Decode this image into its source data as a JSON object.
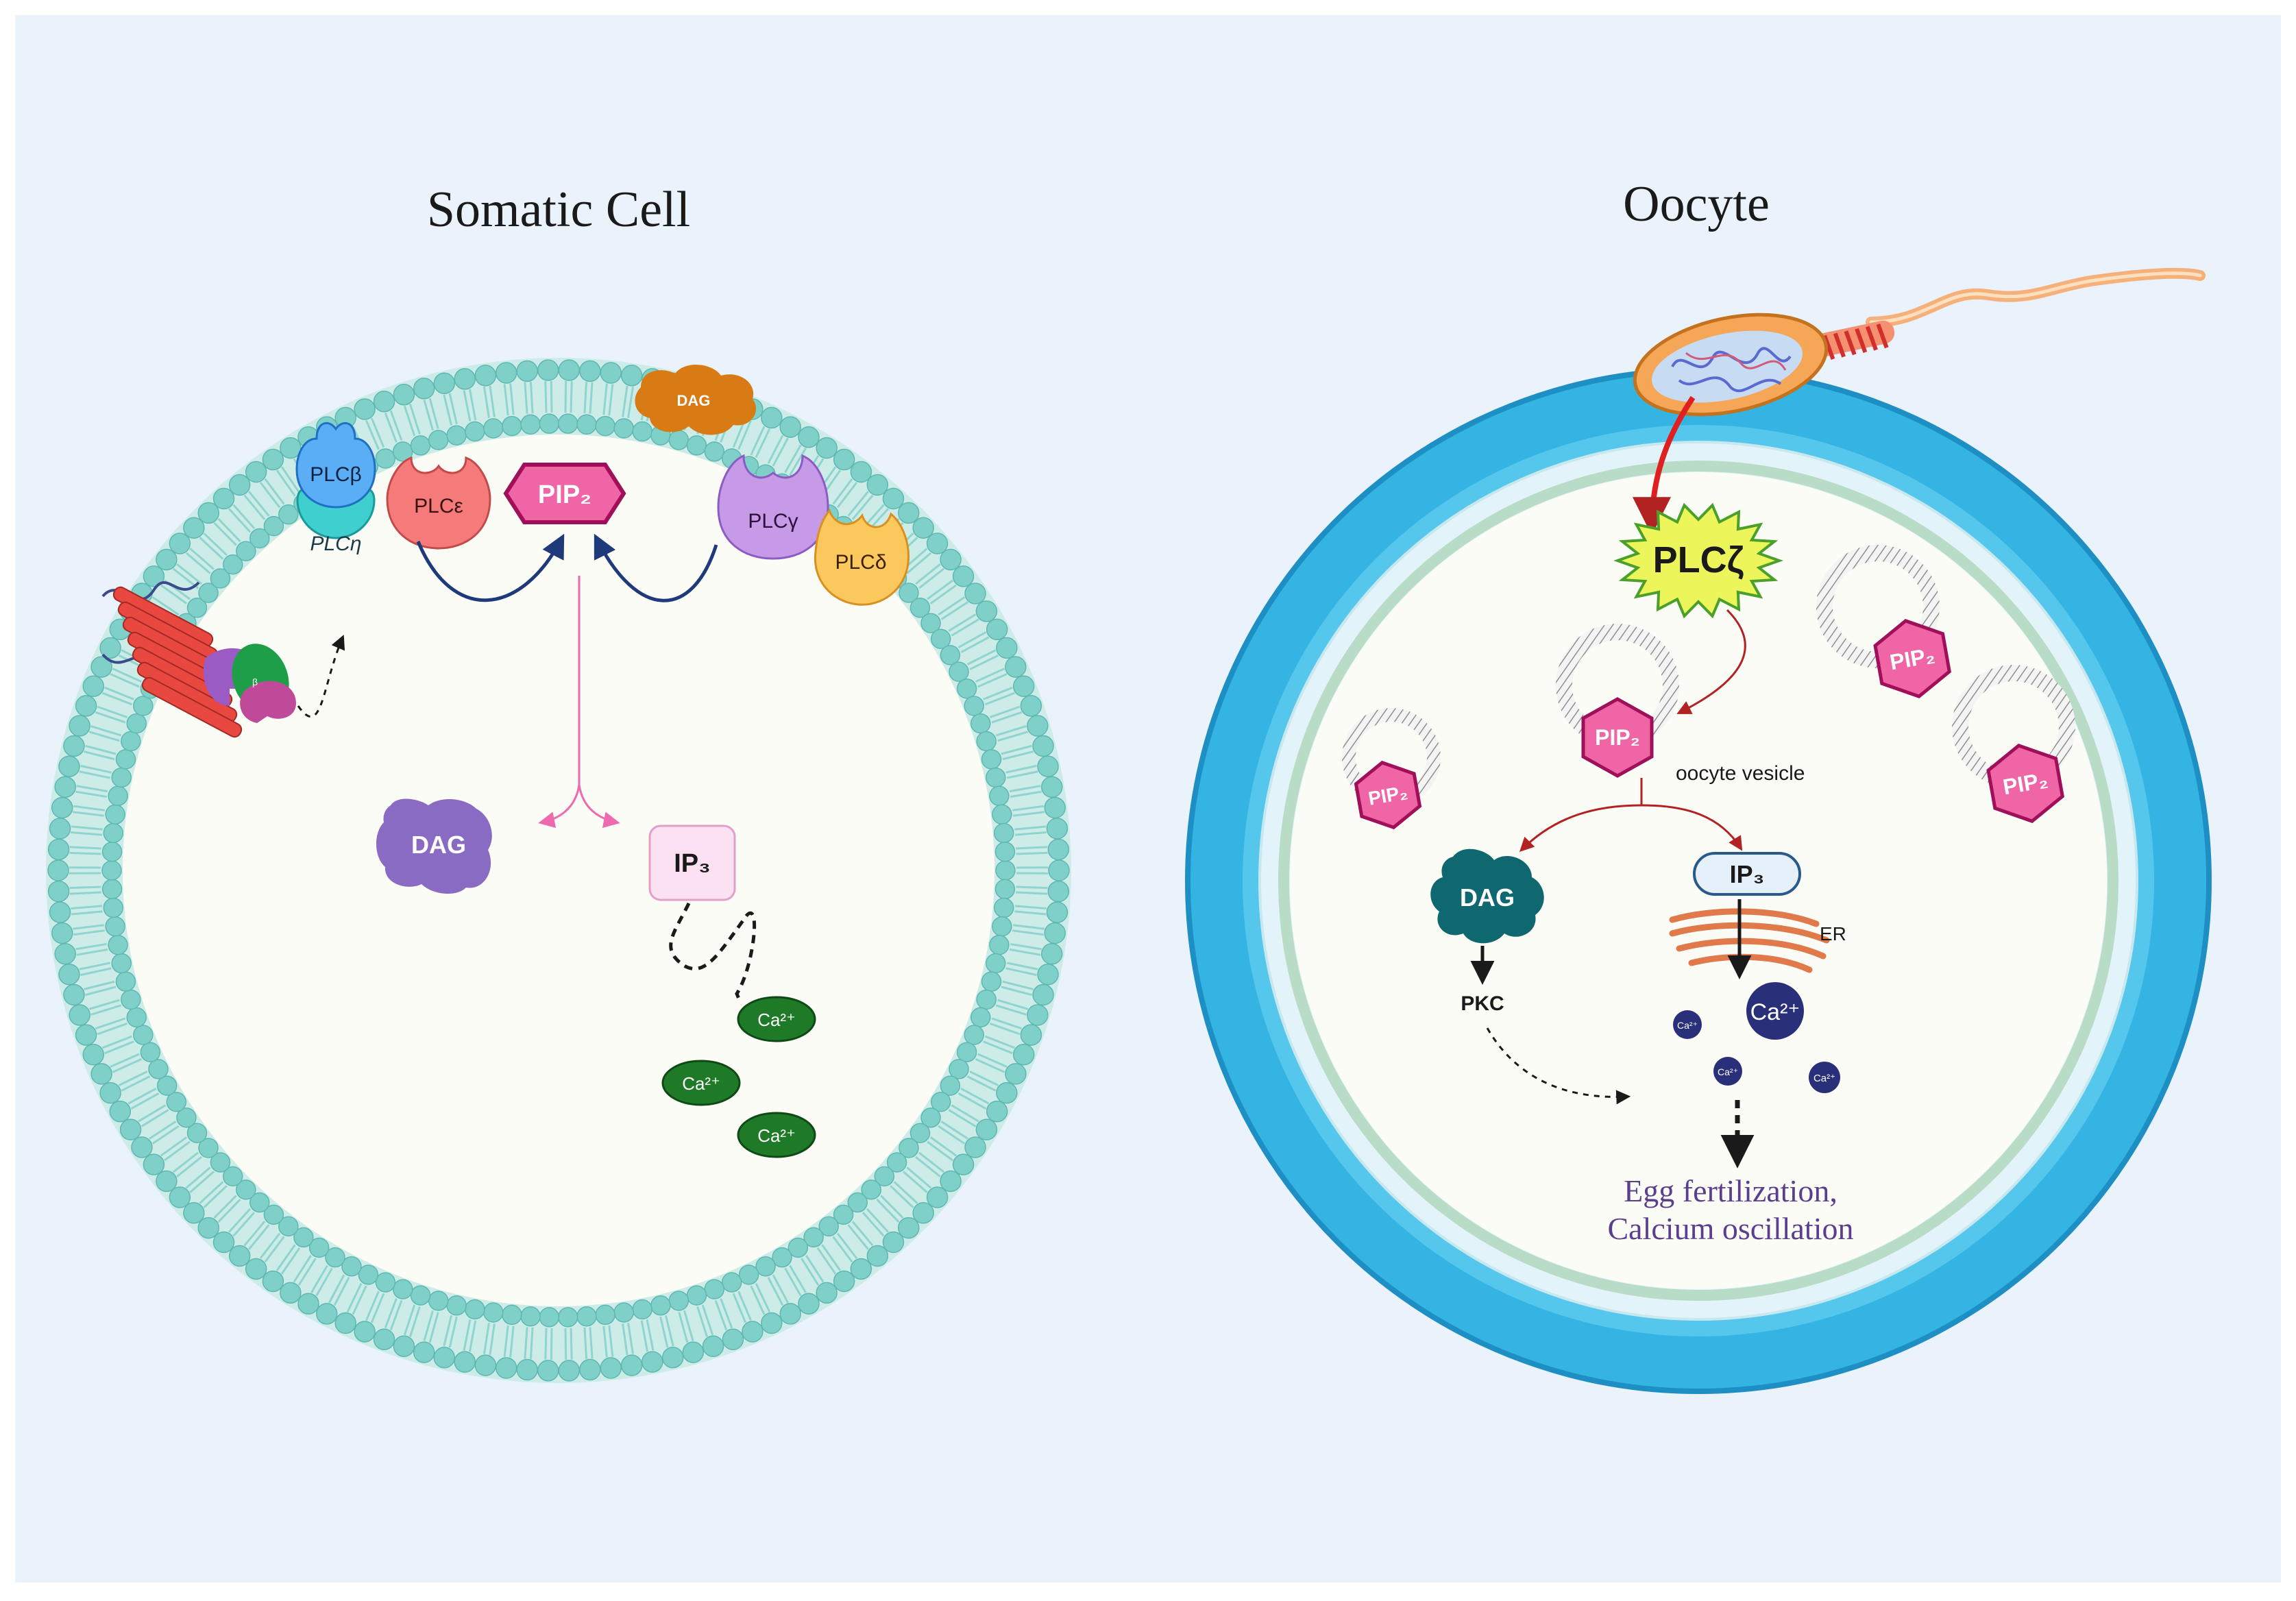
{
  "somatic": {
    "title": "Somatic Cell",
    "membrane_lipid": "DAG",
    "enzymes": {
      "beta": "PLCβ",
      "eta": "PLCη",
      "epsilon": "PLCε",
      "gamma": "PLCγ",
      "delta": "PLCδ"
    },
    "pip2": "PIP₂",
    "dag": "DAG",
    "ip3": "IP₃",
    "calcium": "Ca²⁺"
  },
  "oocyte": {
    "title": "Oocyte",
    "plc_zeta": "PLCζ",
    "pip2": "PIP₂",
    "vesicle_label": "oocyte vesicle",
    "dag": "DAG",
    "ip3": "IP₃",
    "er": "ER",
    "pkc": "PKC",
    "calcium": "Ca²⁺",
    "outcome_line1": "Egg fertilization,",
    "outcome_line2": "Calcium oscillation"
  },
  "colors": {
    "background": "#eaf2fc",
    "membrane": "#7fd0c9",
    "cytoplasm": "#fcfcf6",
    "pip2": "#f065a6",
    "dag_somatic": "#8a6bc4",
    "dag_membrane": "#d97b14",
    "calcium_somatic": "#1f7a28",
    "oocyte_outer": "#34b4e2",
    "dag_oocyte": "#0f6870",
    "calcium_oocyte": "#2a2f7a",
    "arrow_navy": "#1f3a7a",
    "arrow_pink": "#ee6aae",
    "arrow_red": "#b22222",
    "outcome_text": "#5a3f8e"
  }
}
